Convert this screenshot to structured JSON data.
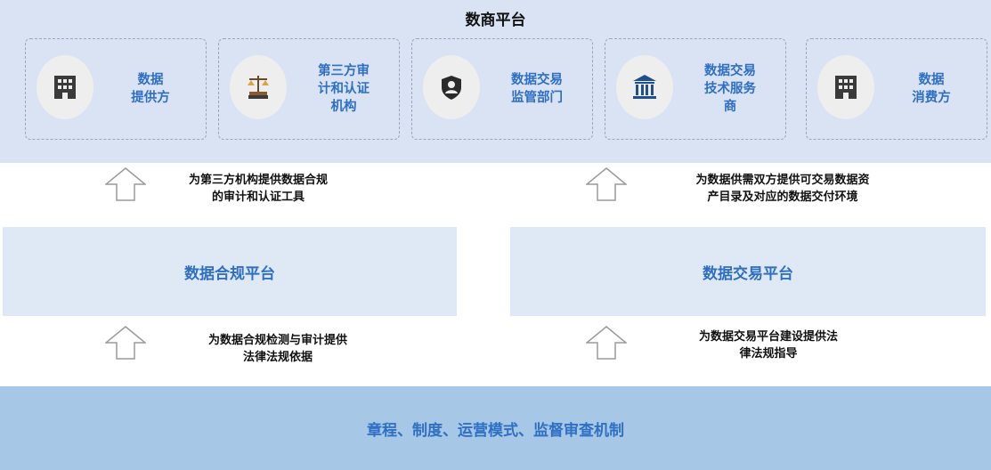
{
  "top": {
    "title": "数商平台"
  },
  "cards": [
    {
      "label_lines": [
        "数据",
        "提供方"
      ],
      "icon": "building-icon"
    },
    {
      "label_lines": [
        "第三方审",
        "计和认证",
        "机构"
      ],
      "icon": "justice-scales-icon"
    },
    {
      "label_lines": [
        "数据交易",
        "监管部门"
      ],
      "icon": "shield-user-icon"
    },
    {
      "label_lines": [
        "数据交易",
        "技术服务",
        "商"
      ],
      "icon": "institution-icon"
    },
    {
      "label_lines": [
        "数据",
        "消费方"
      ],
      "icon": "building-icon"
    }
  ],
  "notes": {
    "left_upper": [
      "为第三方机构提供数据合规",
      "的审计和认证工具"
    ],
    "right_upper": [
      "为数据供需双方提供可交易数据资",
      "产目录及对应的数据交付环境"
    ],
    "left_lower": [
      "为数据合规检测与审计提供",
      "法律法规依据"
    ],
    "right_lower": [
      "为数据交易平台建设提供法",
      "律法规指导"
    ]
  },
  "platforms": {
    "left": "数据合规平台",
    "right": "数据交易平台"
  },
  "bottom": {
    "label": "章程、制度、运营模式、监督审查机制"
  },
  "colors": {
    "top_band": "#d9e3f3",
    "platform_fill": "#dfe9f5",
    "bottom_band": "#a6c8e6",
    "accent_text": "#2f6fc4"
  }
}
